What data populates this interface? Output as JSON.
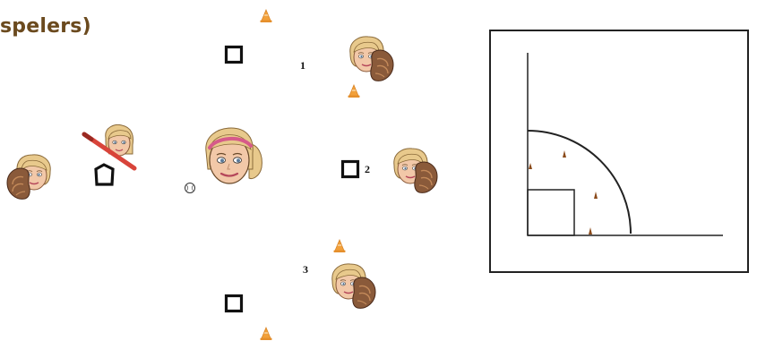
{
  "title": "spelers)",
  "base_numbers": [
    "1",
    "2",
    "3"
  ],
  "icons": {
    "player": "girl-face-with-glove-icon",
    "batter": "girl-face-with-bat-icon",
    "pitcher": "girl-face-icon",
    "base": "square-base-icon",
    "home_plate": "home-plate-icon",
    "cone": "orange-cone-icon",
    "ball": "softball-icon"
  },
  "colors": {
    "title": "#6b4a1e",
    "cone": "#f2a03a",
    "skin": "#f2c8a8",
    "hair": "#e8c98c",
    "glove": "#8a5a3a",
    "bat": "#d8443a",
    "headband": "#d65a8a"
  }
}
